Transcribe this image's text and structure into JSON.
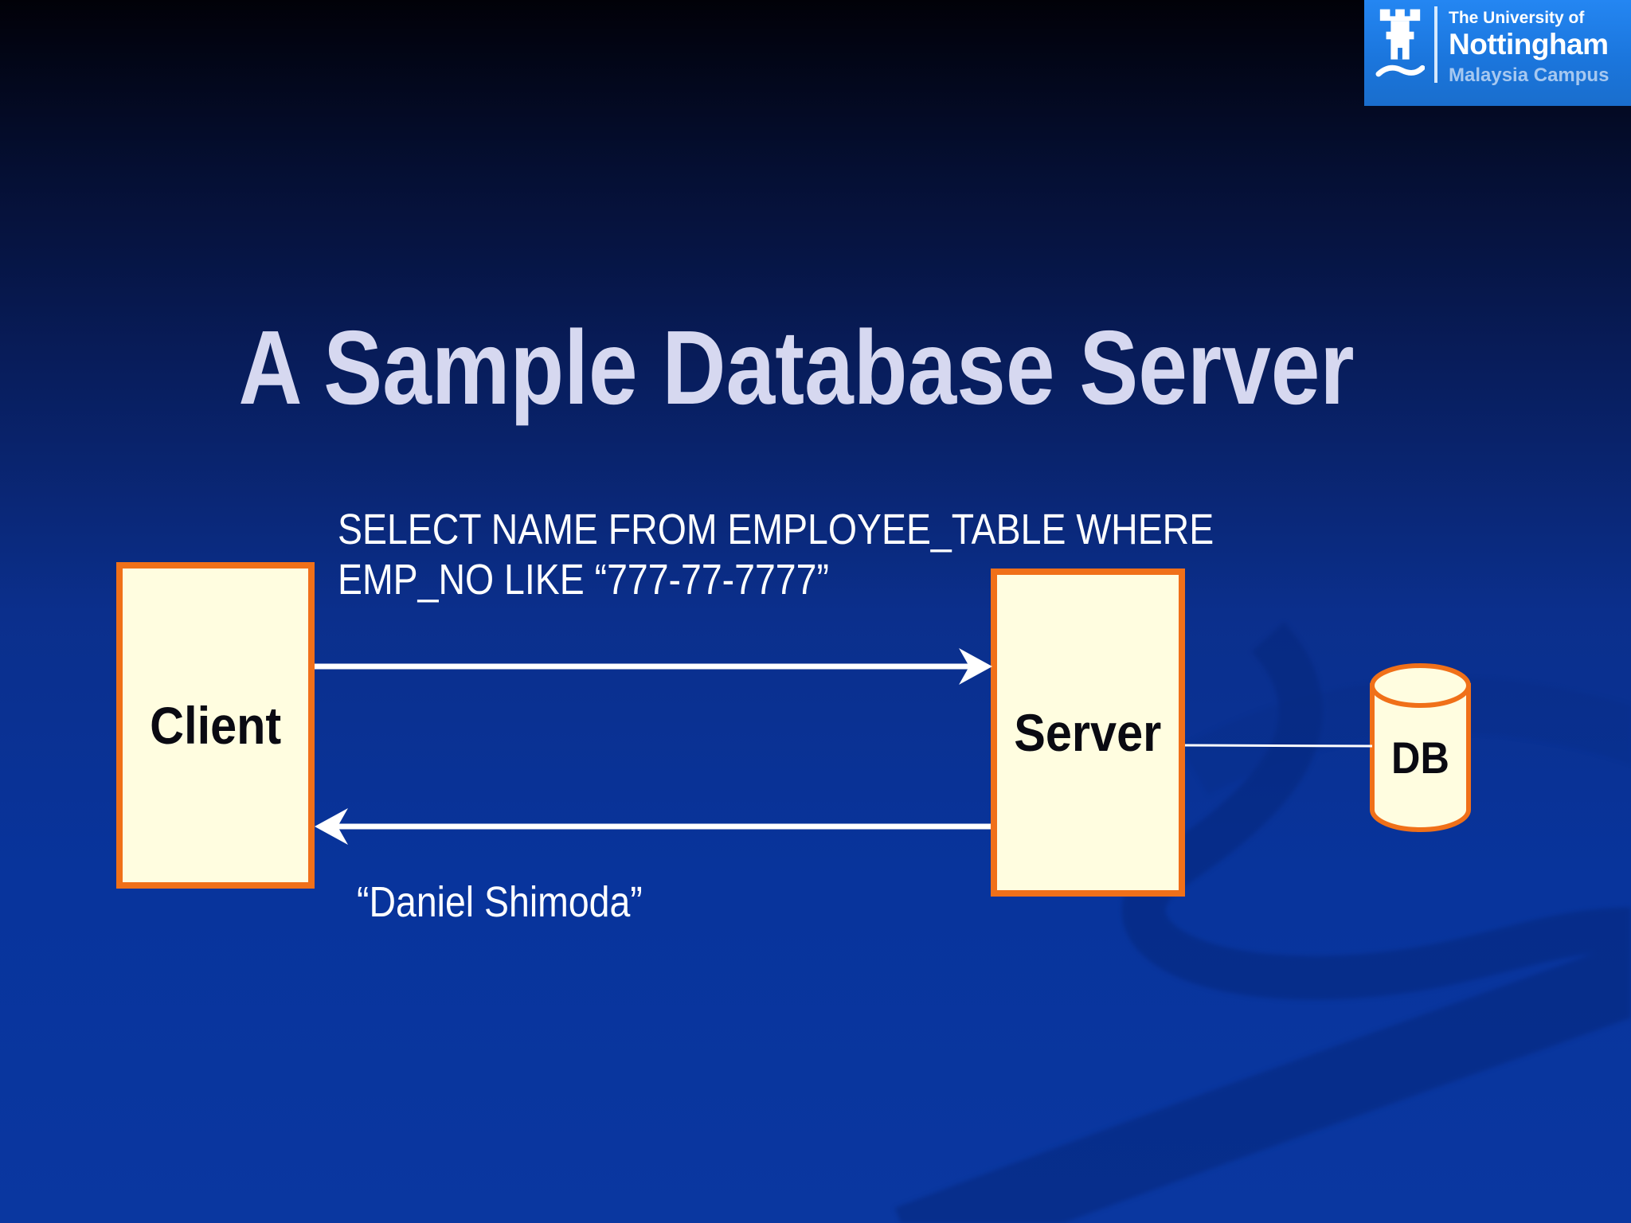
{
  "slide": {
    "title": "A Sample Database Server",
    "query": {
      "line1": "SELECT NAME FROM EMPLOYEE_TABLE WHERE",
      "line2": "EMP_NO LIKE “777-77-7777”"
    },
    "response": "“Daniel Shimoda”",
    "nodes": {
      "client": "Client",
      "server": "Server",
      "db": "DB"
    }
  },
  "logo": {
    "line1": "The University of",
    "line2": "Nottingham",
    "line3": "Malaysia Campus"
  },
  "colors": {
    "background_top": "#010108",
    "background_mid": "#0b2f8c",
    "background_bottom": "#08349c",
    "swirl": "#05277c",
    "title_text": "#d6d8f0",
    "diagram_text": "#ffffff",
    "box_fill": "#fffde0",
    "box_border": "#f07019",
    "node_text": "#0a0a12",
    "logo_background": "#1b76dd",
    "logo_subtext": "#a6c8f0"
  }
}
